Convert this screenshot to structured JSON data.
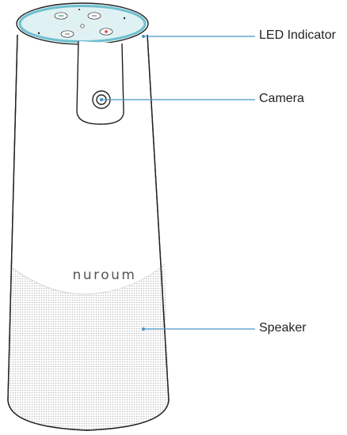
{
  "product": {
    "brand": "nuroum",
    "button_marks": [
      "mute",
      "vol-",
      "vol+",
      "mic-off",
      "power"
    ]
  },
  "callouts": {
    "led_indicator": "LED Indicator",
    "camera": "Camera",
    "speaker": "Speaker"
  },
  "colors": {
    "outline": "#231f20",
    "leader_line": "#4a93c7",
    "led_ring": "#6fbfcf",
    "top_surface": "#dff1f3",
    "grille_dots": "#bdbdbd",
    "mic_led": "#e0343a",
    "button_text": "#3aa07a"
  }
}
